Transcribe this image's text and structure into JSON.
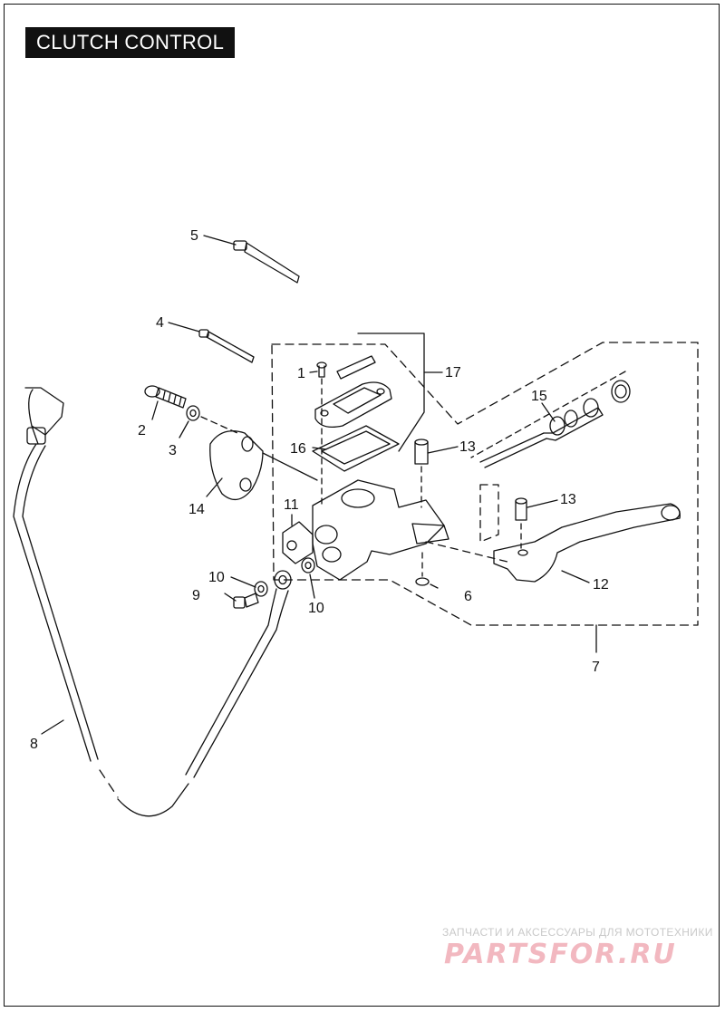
{
  "title": "CLUTCH CONTROL",
  "callouts": {
    "c1": "1",
    "c2": "2",
    "c3": "3",
    "c4": "4",
    "c5": "5",
    "c6": "6",
    "c7": "7",
    "c8": "8",
    "c9": "9",
    "c10a": "10",
    "c10b": "10",
    "c11": "11",
    "c12": "12",
    "c13a": "13",
    "c13b": "13",
    "c14": "14",
    "c15": "15",
    "c16": "16",
    "c17": "17"
  },
  "watermark": {
    "tagline": "ЗАПЧАСТИ И АКСЕССУАРЫ ДЛЯ МОТОТЕХНИКИ",
    "brand": "PARTSFOR.RU"
  }
}
